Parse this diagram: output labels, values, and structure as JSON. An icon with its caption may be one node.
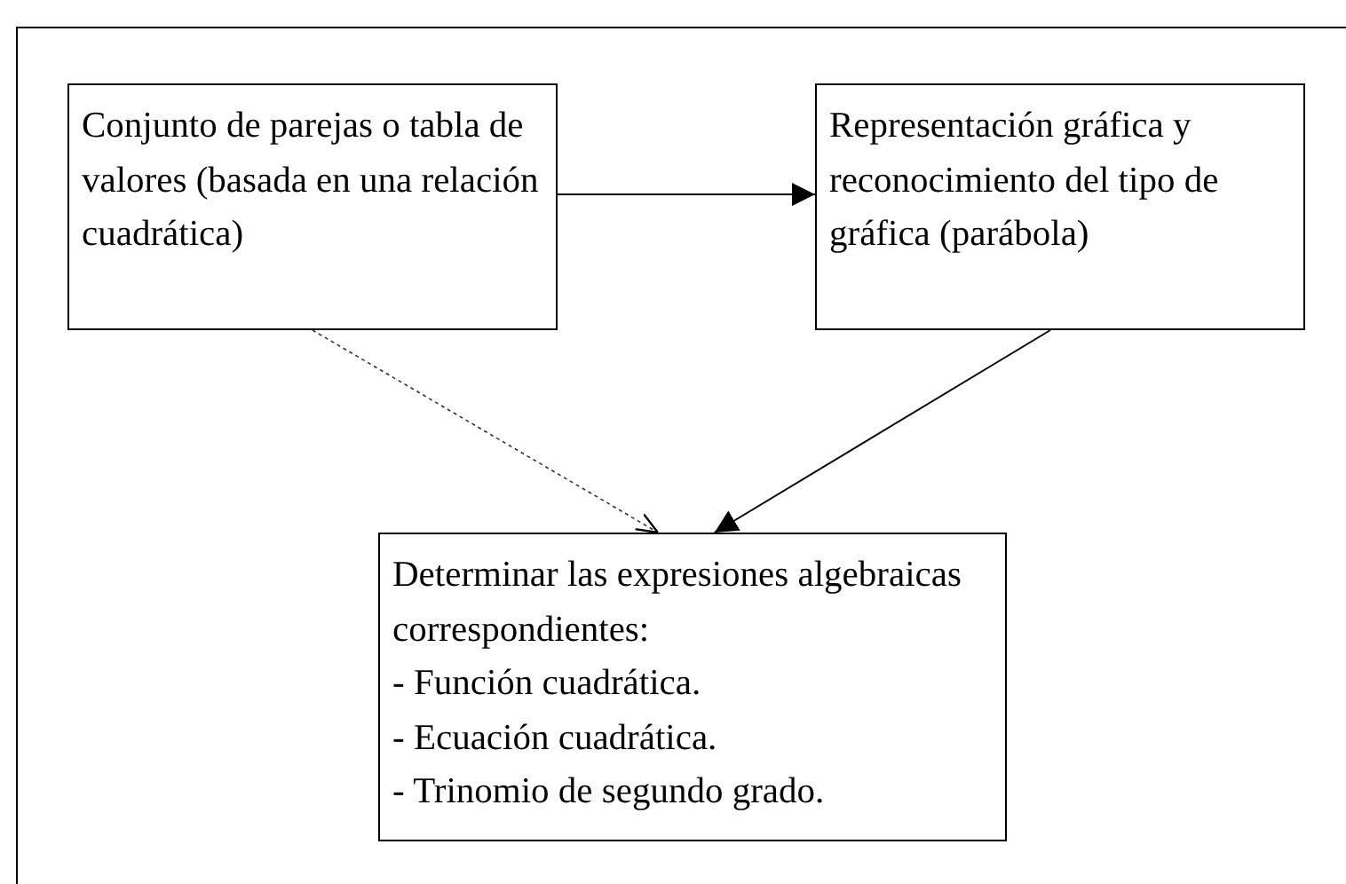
{
  "diagram": {
    "nodes": [
      {
        "text": [
          "Conjunto de parejas o tabla de valores (basada en una relación cuadrática)"
        ]
      },
      {
        "text": [
          "Representación gráfica y reconocimiento del tipo de gráfica (parábola)"
        ]
      },
      {
        "text": [
          "Determinar las expresiones algebraicas correspondientes:",
          "- Función cuadrática.",
          "- Ecuación cuadrática.",
          "- Trinomio de segundo grado."
        ]
      }
    ],
    "edges": [
      {
        "from": 0,
        "to": 1,
        "arrow": "to"
      },
      {
        "from": 0,
        "to": 2,
        "arrow": "to",
        "style": "dashed"
      },
      {
        "from": 1,
        "to": 2,
        "arrow": "to"
      }
    ]
  }
}
